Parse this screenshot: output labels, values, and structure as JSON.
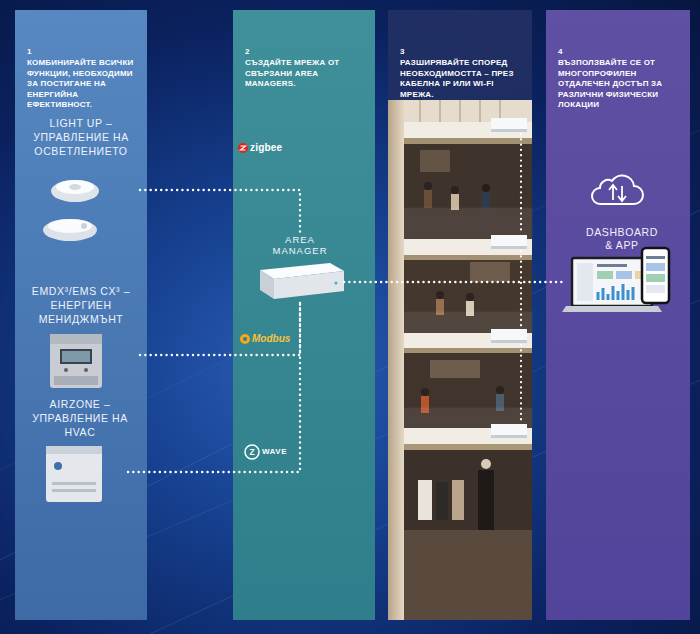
{
  "diagram": {
    "nodes": [
      {
        "text": [
          "1",
          "КОМБИНИРАЙТЕ ВСИЧКИ ФУНКЦИИ, НЕОБХОДИМИ ЗА ПОСТИГАНЕ НА ЕНЕРГИЙНА ЕФЕКТИВНОСТ."
        ]
      },
      {
        "text": [
          "LIGHT UP – УПРАВЛЕНИЕ НА ОСВЕТЛЕНИЕТО"
        ],
        "in": 0
      },
      {
        "text": [
          "EMDX³/EMS CX³ – ЕНЕРГИЕН МЕНИДЖМЪНТ"
        ],
        "in": 0
      },
      {
        "text": [
          "AIRZONE – УПРАВЛЕНИЕ НА HVAC"
        ],
        "in": 0
      },
      {
        "text": [
          "2",
          "СЪЗДАЙТЕ МРЕЖА ОТ СВЪРЗАНИ AREA MANAGERS."
        ]
      },
      {
        "text": [
          "AREA MANAGER"
        ],
        "in": 4
      },
      {
        "text": [
          "3",
          "РАЗШИРЯВАЙТЕ СПОРЕД НЕОБХОДИМОСТТА – ПРЕЗ КАБЕЛНА IP ИЛИ WI-FI МРЕЖА."
        ]
      },
      {
        "text": [
          "4",
          "ВЪЗПОЛЗВАЙТЕ СЕ ОТ МНОГОПРОФИЛЕН ОТДАЛЕЧЕН ДОСТЪП ЗА РАЗЛИЧНИ ФИЗИЧЕСКИ ЛОКАЦИИ"
        ]
      },
      {
        "text": [
          "DASHBOARD & APP"
        ],
        "in": 7
      }
    ],
    "edges": [
      {
        "from": 1,
        "to": 5,
        "arrow": "none",
        "label": "zigbee"
      },
      {
        "from": 2,
        "to": 5,
        "arrow": "none",
        "label": "Modbus"
      },
      {
        "from": 3,
        "to": 5,
        "arrow": "none",
        "label": "WAVE"
      },
      {
        "from": 5,
        "to": 8,
        "arrow": "none"
      }
    ],
    "labels": [
      "Z"
    ]
  }
}
